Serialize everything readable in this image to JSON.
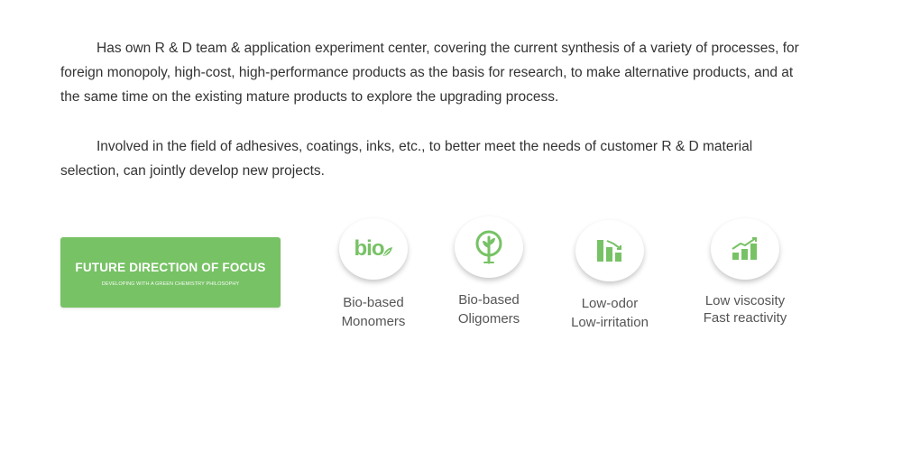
{
  "intro": {
    "paragraph_1": "Has own R & D team & application experiment center, covering the current synthesis of a variety of processes, for foreign monopoly, high-cost, high-performance products as the basis for research, to make alternative products, and at the same time on the existing mature products to explore the upgrading process.",
    "paragraph_2": "Involved in the field of adhesives, coatings, inks, etc., to better meet the needs of customer R & D material selection, can jointly develop new projects."
  },
  "focus_banner": {
    "title": "FUTURE DIRECTION OF FOCUS",
    "subtitle": "DEVELOPING WITH A GREEN CHEMISTRY PHILOSOPHY"
  },
  "features": [
    {
      "icon": "bio-leaf-icon",
      "icon_text": "bio",
      "line1": "Bio-based",
      "line2": "Monomers"
    },
    {
      "icon": "tree-icon",
      "line1": "Bio-based",
      "line2": "Oligomers"
    },
    {
      "icon": "decreasing-bars-icon",
      "line1": "Low-odor",
      "line2": "Low-irritation"
    },
    {
      "icon": "increasing-bars-icon",
      "line1": "Low viscosity",
      "line2": "Fast reactivity"
    }
  ],
  "colors": {
    "accent_green": "#77c265",
    "text": "#333333",
    "label_text": "#555555"
  }
}
